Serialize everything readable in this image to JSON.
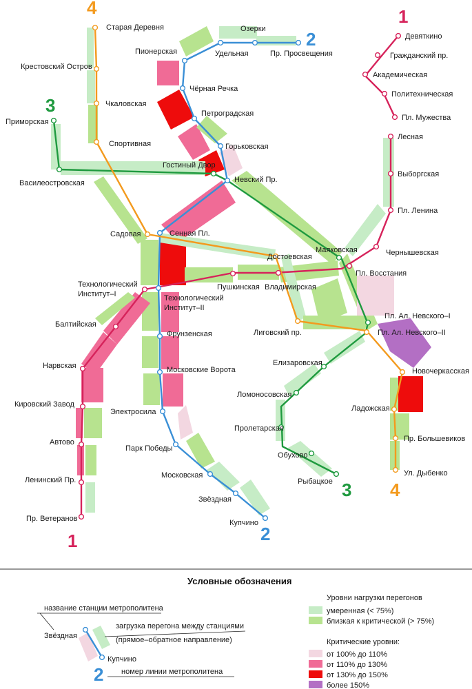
{
  "colors": {
    "line1": "#d6235b",
    "line2": "#3a8fd6",
    "line3": "#1f9a3f",
    "line4": "#f39a1e",
    "load_moderate": "#c6ecc6",
    "load_near_critical": "#b7e38f",
    "load_100_110": "#f3d7e1",
    "load_110_130": "#f06b96",
    "load_130_150": "#ee0c0c",
    "load_over_150": "#b36fc4"
  },
  "lines": [
    {
      "number": "1",
      "color_key": "line1",
      "stations": [
        "Девяткино",
        "Гражданский пр.",
        "Академическая",
        "Политехническая",
        "Пл. Мужества",
        "Лесная",
        "Выборгская",
        "Пл. Ленина",
        "Чернышевская",
        "Пл. Восстания",
        "Владимирская",
        "Пушкинская",
        "Технологический Институт–I",
        "Балтийская",
        "Нарвская",
        "Кировский Завод",
        "Автово",
        "Ленинский Пр.",
        "Пр. Ветеранов"
      ]
    },
    {
      "number": "2",
      "color_key": "line2",
      "stations": [
        "Пр. Просвещения",
        "Озерки",
        "Удельная",
        "Пионерская",
        "Чёрная Речка",
        "Петроградская",
        "Горьковская",
        "Невский Пр.",
        "Сенная Пл.",
        "Технологический Институт–II",
        "Фрунзенская",
        "Московские Ворота",
        "Электросила",
        "Парк Победы",
        "Московская",
        "Звёздная",
        "Купчино"
      ]
    },
    {
      "number": "3",
      "color_key": "line3",
      "stations": [
        "Приморская",
        "Василеостровская",
        "Гостиный Двор",
        "Маяковская",
        "Пл. Ал. Невского–I",
        "Елизаровская",
        "Ломоносовская",
        "Пролетарская",
        "Обухово",
        "Рыбацкое"
      ]
    },
    {
      "number": "4",
      "color_key": "line4",
      "stations": [
        "Старая Деревня",
        "Крестовский Остров",
        "Чкаловская",
        "Спортивная",
        "Садовая",
        "Достоевская",
        "Лиговский пр.",
        "Пл. Ал. Невского–II",
        "Новочеркасская",
        "Ладожская",
        "Пр. Большевиков",
        "Ул. Дыбенко"
      ]
    }
  ],
  "labels": {
    "devyatkino": "Девяткино",
    "grazhdansky": "Гражданский пр.",
    "akademicheskaya": "Академическая",
    "politekhnicheskaya": "Политехническая",
    "muzhestva": "Пл. Мужества",
    "lesnaya": "Лесная",
    "vyborgskaya": "Выборгская",
    "lenina": "Пл. Ленина",
    "chernyshevskaya": "Чернышевская",
    "vosstaniya": "Пл. Восстания",
    "vladimirskaya": "Владимирская",
    "pushkinskaya": "Пушкинская",
    "tekhnolog1_a": "Технологический",
    "tekhnolog1_b": "Институт–I",
    "baltiyskaya": "Балтийская",
    "narvskaya": "Нарвская",
    "kirovsky": "Кировский Завод",
    "avtovo": "Автово",
    "leninsky": "Ленинский Пр.",
    "veteranov": "Пр. Ветеранов",
    "prosvescheniya": "Пр. Просвещения",
    "ozerki": "Озерки",
    "udelnaya": "Удельная",
    "pionerskaya": "Пионерская",
    "chyornaya": "Чёрная Речка",
    "petrogradskaya": "Петроградская",
    "gorkovskaya": "Горьковская",
    "nevsky": "Невский Пр.",
    "sennaya": "Сенная Пл.",
    "tekhnolog2_a": "Технологический",
    "tekhnolog2_b": "Институт–II",
    "frunzenskaya": "Фрунзенская",
    "mosvorota": "Московские Ворота",
    "elektrosila": "Электросила",
    "parkpobedy": "Парк Победы",
    "moskovskaya": "Московская",
    "zvyozdnaya": "Звёздная",
    "kupchino": "Купчино",
    "primorskaya": "Приморская",
    "vasileostrovskaya": "Василеостровская",
    "gostiny": "Гостиный Двор",
    "mayakovskaya": "Маяковская",
    "nevskogo1": "Пл. Ал. Невского–I",
    "elizarovskaya": "Елизаровская",
    "lomonosovskaya": "Ломоносовская",
    "proletarskaya": "Пролетарская",
    "obukhovo": "Обухово",
    "rybatskoye": "Рыбацкое",
    "staraya": "Старая Деревня",
    "krestovsky": "Крестовский Остров",
    "chkalovskaya": "Чкаловская",
    "sportivnaya": "Спортивная",
    "sadovaya": "Садовая",
    "dostoevskaya": "Достоевская",
    "ligovsky": "Лиговский пр.",
    "nevskogo2": "Пл. Ал. Невского–II",
    "novocherkasskaya": "Новочеркасская",
    "ladozhskaya": "Ладожская",
    "bolshevikov": "Пр. Большевиков",
    "dybenko": "Ул. Дыбенко"
  },
  "legend": {
    "title": "Условные обозначения",
    "station_name_note": "название станции метрополитена",
    "load_note_1": "загрузка перегона между станциями",
    "load_note_2": "(прямое–обратное направление)",
    "line_number_note": "номер линии метрополитена",
    "example_station_1": "Звёздная",
    "example_station_2": "Купчино",
    "example_line": "2",
    "load_levels_title": "Уровни нагрузки перегонов",
    "moderate": "умеренная (< 75%)",
    "near_critical": "близкая к критической (> 75%)",
    "critical_title_1": "Критические уровни:",
    "crit_100_110": "от 100% до 110%",
    "crit_110_130": "от 110% до 130%",
    "crit_130_150": "от 130% до 150%",
    "crit_over_150": "более 150%"
  }
}
